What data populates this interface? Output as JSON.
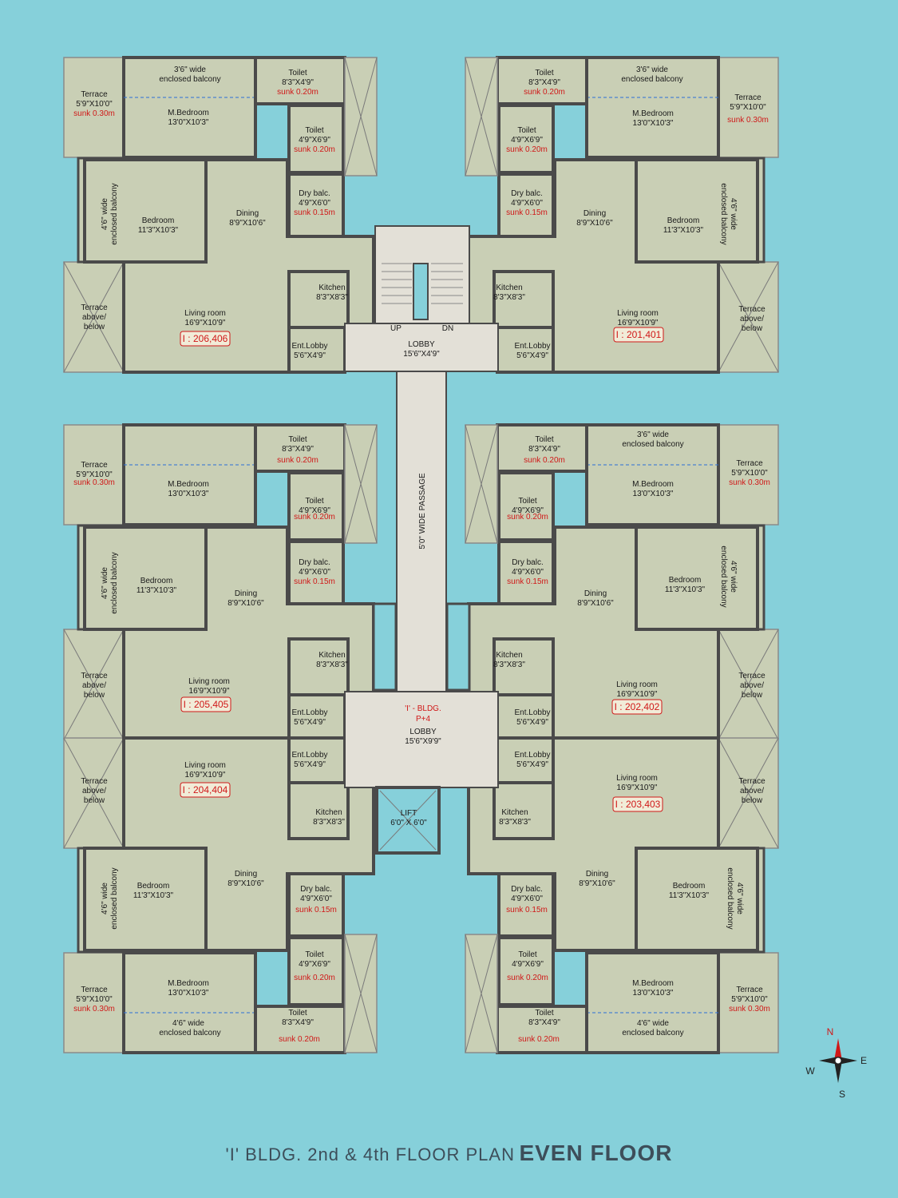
{
  "title": {
    "prefix": "'I' BLDG. 2nd & 4th FLOOR PLAN",
    "emphasis": "EVEN FLOOR"
  },
  "compass": {
    "n": "N",
    "s": "S",
    "e": "E",
    "w": "W"
  },
  "colors": {
    "background": "#86d0da",
    "room": "#c9cfb5",
    "wall": "#4a4a4a",
    "common": "#e3e0d7",
    "window": "#2a6fd6",
    "accent_red": "#d01818"
  },
  "common": {
    "lobby_top": {
      "name": "LOBBY",
      "dim": "15'6\"X4'9\""
    },
    "up": "UP",
    "dn": "DN",
    "passage": "5'0\" WIDE PASSAGE",
    "bldg": "'I' - BLDG.",
    "floors": "P+4",
    "lobby_mid": {
      "name": "LOBBY",
      "dim": "15'6\"X9'9\""
    },
    "lift": {
      "name": "LIFT",
      "dim": "6'0\" X 6'0\""
    }
  },
  "rooms": {
    "terrace": "Terrace",
    "terrace_dim": "5'9\"X10'0\"",
    "terrace_sunk": "sunk 0.30m",
    "encl_balc_36": "3'6\"  wide",
    "encl_balc_46": "4'6\" wide",
    "encl_balc_sub": "enclosed balcony",
    "side_balc": "4'6\" wide",
    "side_balc_sub": "enclosed balcony",
    "toilet": "Toilet",
    "toilet1_dim": "8'3\"X4'9\"",
    "toilet2_dim": "4'9\"X6'9\"",
    "toilet_sunk": "sunk 0.20m",
    "mbed": "M.Bedroom",
    "mbed_dim": "13'0\"X10'3\"",
    "bed": "Bedroom",
    "bed_dim": "11'3\"X10'3\"",
    "dry": "Dry balc.",
    "dry_dim": "4'9\"X6'0\"",
    "dry_sunk": "sunk 0.15m",
    "dining": "Dining",
    "dining_dim": "8'9\"X10'6\"",
    "kitchen": "Kitchen",
    "kitchen_dim": "8'3\"X8'3\"",
    "living": "Living room",
    "living_dim": "16'9\"X10'9\"",
    "entlobby": "Ent.Lobby",
    "entlobby_dim": "5'6\"X4'9\"",
    "terr_ab": "Terrace",
    "terr_ab2": "above/",
    "terr_ab3": "below"
  },
  "flats": {
    "tl": "I : 206,406",
    "tr": "I : 201,401",
    "ml": "I : 205,405",
    "mr": "I : 202,402",
    "bl": "I : 204,404",
    "br": "I : 203,403"
  }
}
